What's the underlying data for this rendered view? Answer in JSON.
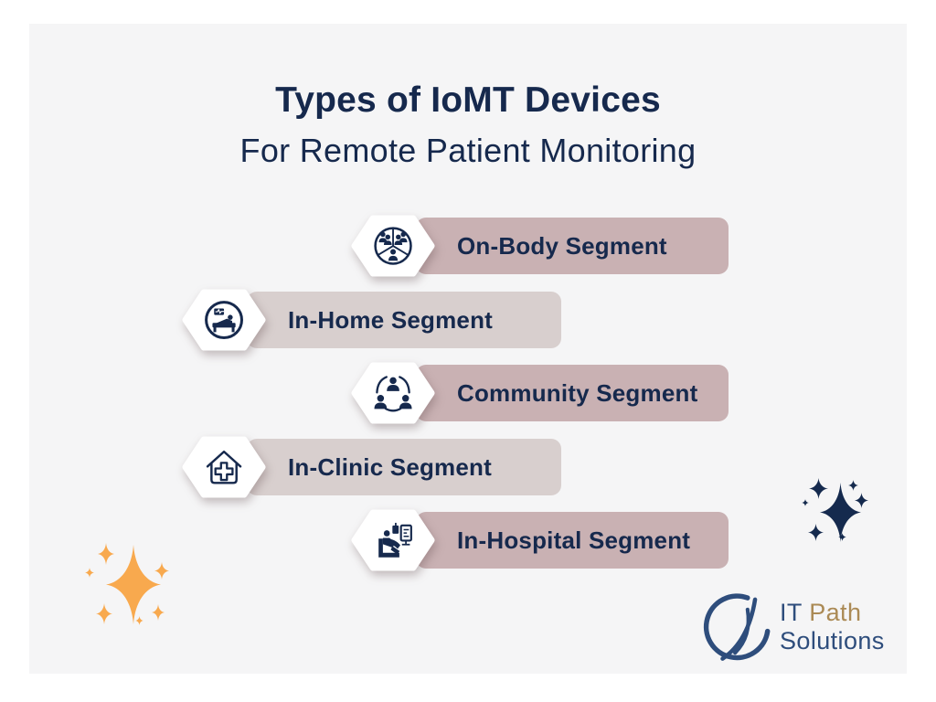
{
  "title": {
    "line1": "Types of IoMT Devices",
    "line2": "For Remote Patient Monitoring"
  },
  "segments": [
    {
      "label": "On-Body Segment",
      "icon": "on-body-icon",
      "align": "right",
      "tone": "dark"
    },
    {
      "label": "In-Home Segment",
      "icon": "in-home-icon",
      "align": "left",
      "tone": "light"
    },
    {
      "label": "Community Segment",
      "icon": "community-icon",
      "align": "right",
      "tone": "dark"
    },
    {
      "label": "In-Clinic Segment",
      "icon": "in-clinic-icon",
      "align": "left",
      "tone": "light"
    },
    {
      "label": "In-Hospital Segment",
      "icon": "in-hospital-icon",
      "align": "right",
      "tone": "dark"
    }
  ],
  "logo": {
    "part1": "IT",
    "part2": "Path",
    "part3": "Solutions"
  },
  "colors": {
    "navy": "#16294d",
    "banner_dark": "#c9b1b3",
    "banner_light": "#d8cfce",
    "card_bg": "#f5f5f6",
    "page_bg": "#ffffff",
    "sparkle_orange": "#f8a94e",
    "sparkle_navy": "#152a4e",
    "logo_navy": "#2e4d7c",
    "logo_gold": "#ab8a55"
  }
}
